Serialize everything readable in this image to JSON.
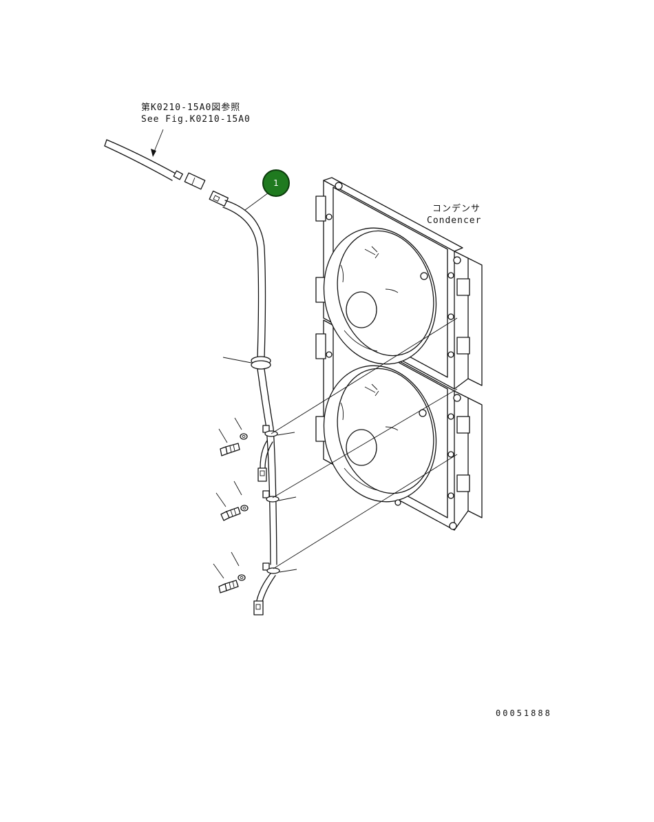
{
  "labels": {
    "ref_jp": "第K0210-15A0図参照",
    "ref_en": "See Fig.K0210-15A0",
    "condenser_jp": "コンデンサ",
    "condenser_en": "Condencer",
    "drawing_number": "00051888"
  },
  "callouts": [
    {
      "number": "1",
      "color": "#1f7a1f"
    }
  ],
  "colors": {
    "line": "#111111",
    "background": "#ffffff",
    "callout_fill": "#1f7a1f"
  }
}
